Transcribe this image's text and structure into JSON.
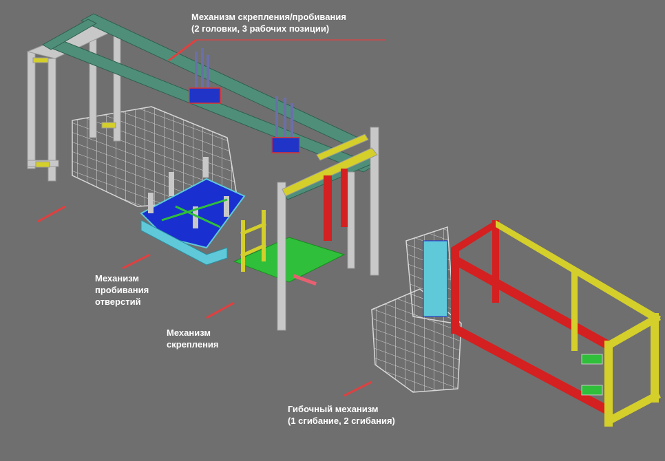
{
  "labels": {
    "fastening_piercing": {
      "line1": "Механизм скрепления/пробивания",
      "line2": "(2 головки, 3 рабочих позиции)"
    },
    "hole_piercing": {
      "line1": "Механизм",
      "line2": "пробивания",
      "line3": "отверстий"
    },
    "fastening": {
      "line1": "Механизм",
      "line2": "скрепления"
    },
    "bending": {
      "line1": "Гибочный механизм",
      "line2": "(1 сгибание, 2 сгибания)"
    }
  },
  "colors": {
    "background": "#6f6f6f",
    "frame_grey": "#c8c8c8",
    "beam_teal": "#4f8f7a",
    "beam_yellow": "#d4cf2a",
    "frame_red": "#d42020",
    "plate_blue": "#1a2fd0",
    "green_part": "#2fbf3a",
    "cyan_part": "#5fc9d9",
    "arrow_red": "#e04040",
    "cage_wire": "#d8d8d8"
  }
}
